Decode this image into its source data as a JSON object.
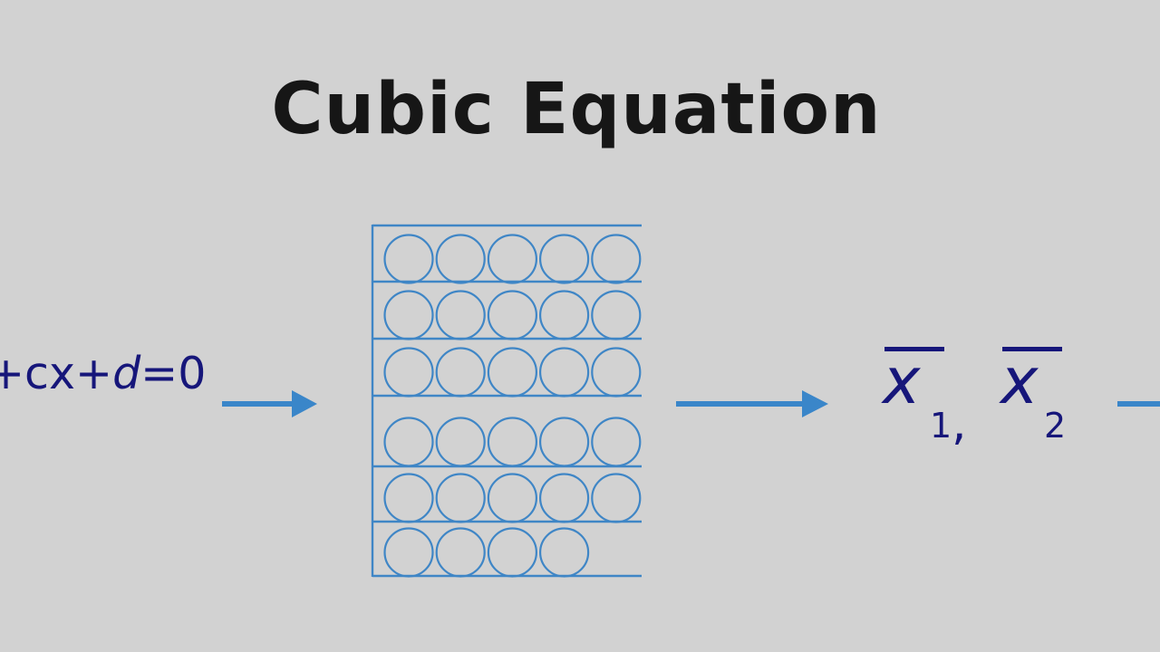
{
  "title": "Cubic Equation",
  "equation": {
    "prefix": "+cx+",
    "variable": "d",
    "suffix": "=0"
  },
  "grid": {
    "row_counts": [
      5,
      5,
      5,
      5,
      5,
      4
    ]
  },
  "outputs": {
    "root_1": {
      "symbol": "x",
      "subscript": "1"
    },
    "separator": ",",
    "root_2": {
      "symbol": "x",
      "subscript": "2"
    }
  },
  "colors": {
    "background": "#d2d2d2",
    "title": "#161616",
    "math_text": "#16167a",
    "grid_lines": "#3f86c6",
    "arrows": "#3a86c9"
  }
}
